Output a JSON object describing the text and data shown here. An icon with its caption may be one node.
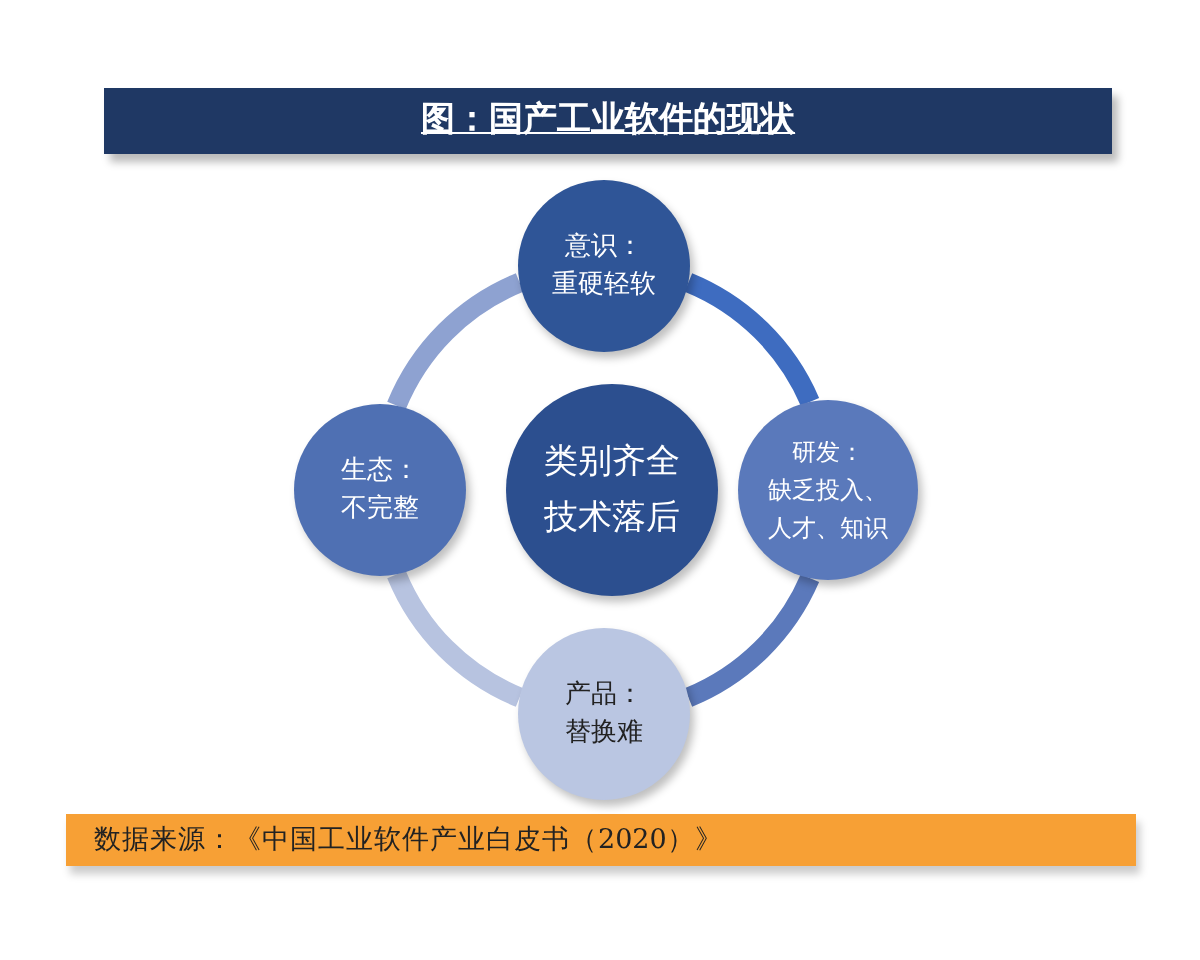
{
  "diagram": {
    "title": "图：国产工业软件的现状",
    "nodes": [
      {
        "text": [
          "意识：",
          "重硬轻软"
        ]
      },
      {
        "text": [
          "生态：",
          "不完整"
        ]
      },
      {
        "text": [
          "类别齐全技术落后"
        ]
      },
      {
        "text": [
          "研发：",
          "缺乏投入、人才、知识"
        ]
      },
      {
        "text": [
          "产品：",
          "替换难"
        ]
      }
    ],
    "edges": [
      {
        "from": 0,
        "to": 3,
        "arrow": "none",
        "color": "#3e6cc0"
      },
      {
        "from": 3,
        "to": 4,
        "arrow": "none",
        "color": "#5b79bb"
      },
      {
        "from": 4,
        "to": 1,
        "arrow": "none",
        "color": "#b7c3e0"
      },
      {
        "from": 1,
        "to": 0,
        "arrow": "none",
        "color": "#8ea2d1"
      }
    ],
    "labels": [
      "数据来源：《中国工业软件产业白皮书（2020）》"
    ]
  }
}
